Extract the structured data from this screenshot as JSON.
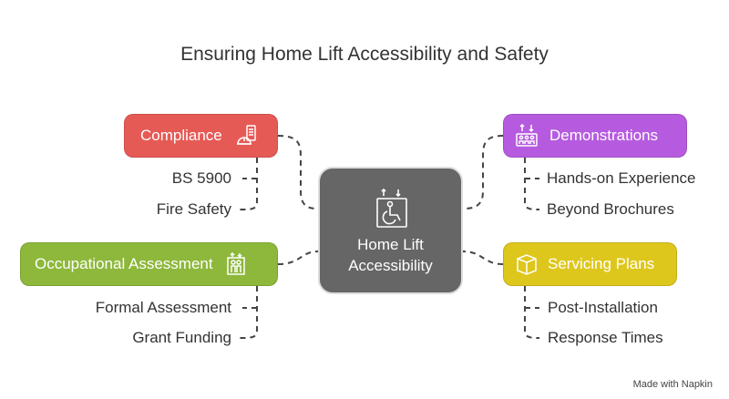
{
  "title": "Ensuring Home Lift Accessibility and Safety",
  "center": {
    "line1": "Home Lift",
    "line2": "Accessibility",
    "icon": "wheelchair-lift-icon"
  },
  "branches": [
    {
      "label": "Compliance",
      "color": "#E65A56",
      "icon": "hard-hat-building-icon",
      "items": [
        "BS 5900",
        "Fire Safety"
      ]
    },
    {
      "label": "Occupational Assessment",
      "color": "#8DB83B",
      "icon": "elevator-people-icon",
      "items": [
        "Formal Assessment",
        "Grant Funding"
      ]
    },
    {
      "label": "Demonstrations",
      "color": "#B65BDF",
      "icon": "lift-group-icon",
      "items": [
        "Hands-on Experience",
        "Beyond Brochures"
      ]
    },
    {
      "label": "Servicing Plans",
      "color": "#DEC71C",
      "icon": "box-icon",
      "items": [
        "Post-Installation",
        "Response Times"
      ]
    }
  ],
  "footer": "Made with  Napkin"
}
